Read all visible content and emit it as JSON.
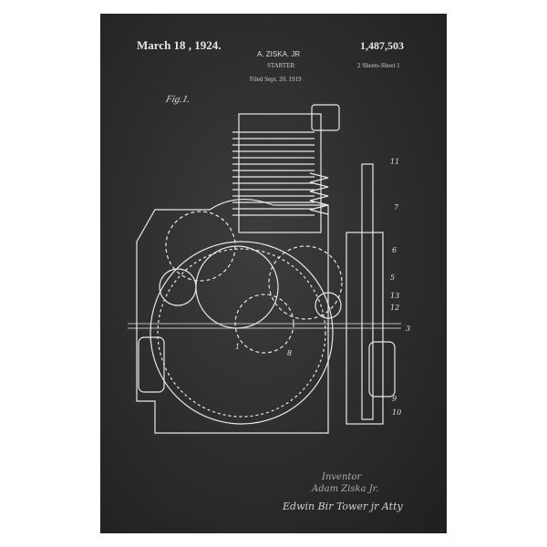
{
  "header": {
    "date": "March 18 , 1924.",
    "patent_number": "1,487,503",
    "inventor": "A. ZISKA. JR",
    "title": "STARTER",
    "sheets": "2 Sheets-Sheet 1",
    "filed": "Filed Sept. 20. 1919"
  },
  "figure": {
    "label": "Fig.1.",
    "reference_numbers": [
      "11",
      "7",
      "6",
      "5",
      "13",
      "12",
      "3",
      "9",
      "10",
      "1",
      "8"
    ]
  },
  "signatures": {
    "role": "Inventor",
    "inventor": "Adam Ziska Jr.",
    "attorney": "Edwin Bir Tower jr Atty"
  },
  "colors": {
    "background": "#2c2c2c",
    "line": "#e8e8e8"
  }
}
